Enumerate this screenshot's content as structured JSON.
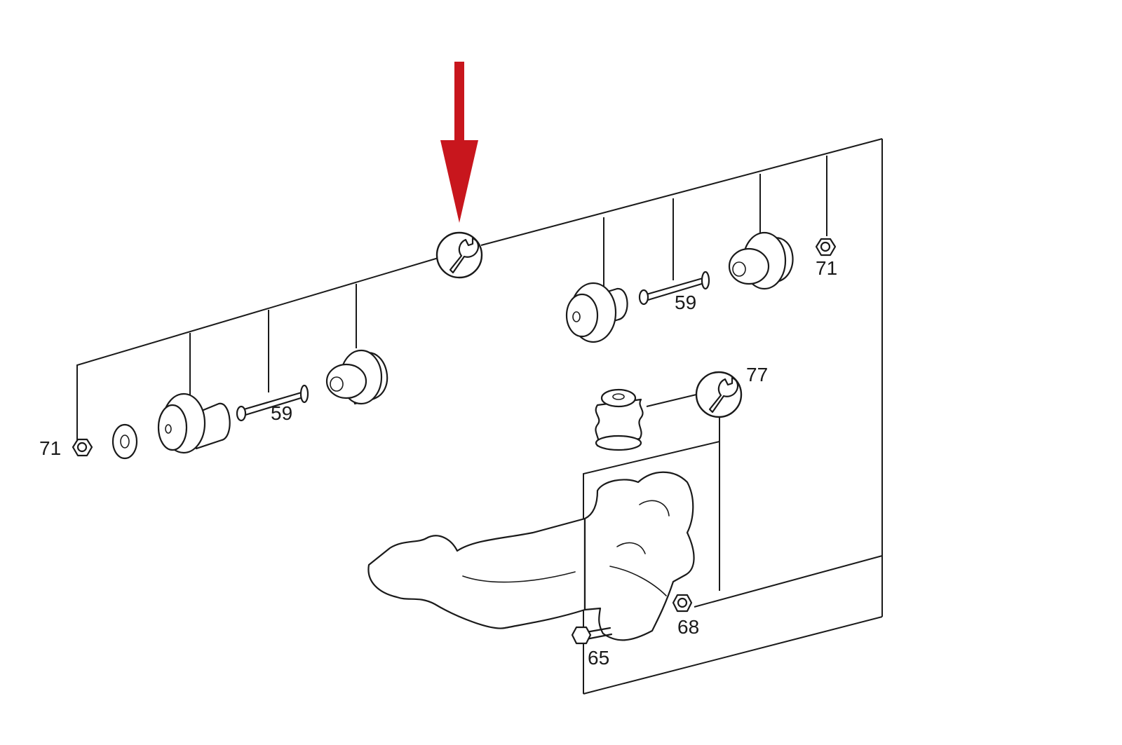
{
  "callouts": [
    {
      "id": "nut-left",
      "label": "71"
    },
    {
      "id": "bolt-left",
      "label": "59"
    },
    {
      "id": "bolt-right",
      "label": "59"
    },
    {
      "id": "nut-right",
      "label": "71"
    },
    {
      "id": "wrench-lower",
      "label": "77"
    },
    {
      "id": "bolt-68",
      "label": "68"
    },
    {
      "id": "bolt-65",
      "label": "65"
    }
  ],
  "icons": {
    "pointer": "down-arrow-icon",
    "tool": "wrench-icon"
  },
  "colors": {
    "pointer_arrow": "#c8161d",
    "line_art": "#1a1a1a",
    "background": "#ffffff"
  }
}
